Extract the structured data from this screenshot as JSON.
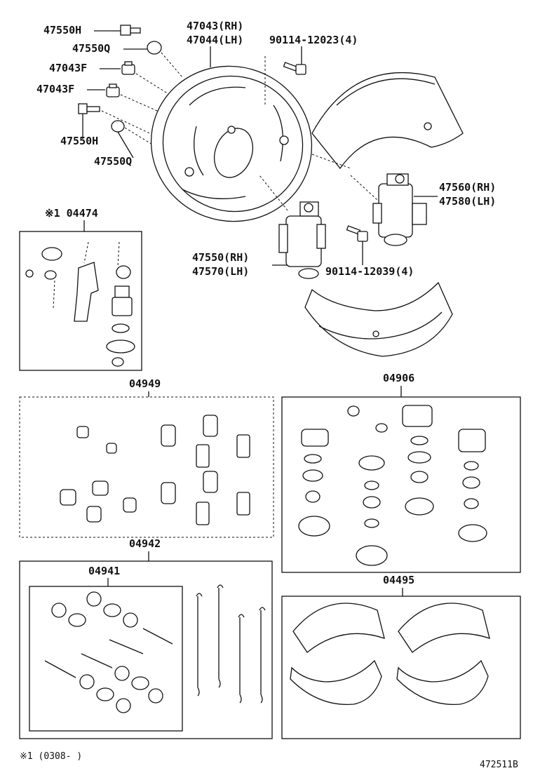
{
  "labels": {
    "l47550h_a": "47550H",
    "l47550q_a": "47550Q",
    "l47043f_a": "47043F",
    "l47043f_b": "47043F",
    "l47550h_b": "47550H",
    "l47550q_b": "47550Q",
    "l47043rh": "47043(RH)",
    "l47044lh": "47044(LH)",
    "l90114_12023": "90114-12023(4)",
    "l47560rh": "47560(RH)",
    "l47580lh": "47580(LH)",
    "l47550rh": "47550(RH)",
    "l47570lh": "47570(LH)",
    "l90114_12039": "90114-12039(4)",
    "l04474": "※1 04474",
    "l04949": "04949",
    "l04906": "04906",
    "l04942": "04942",
    "l04941": "04941",
    "l04495": "04495"
  },
  "footnote": "※1 (0308-      )",
  "diagram_id": "472511B"
}
